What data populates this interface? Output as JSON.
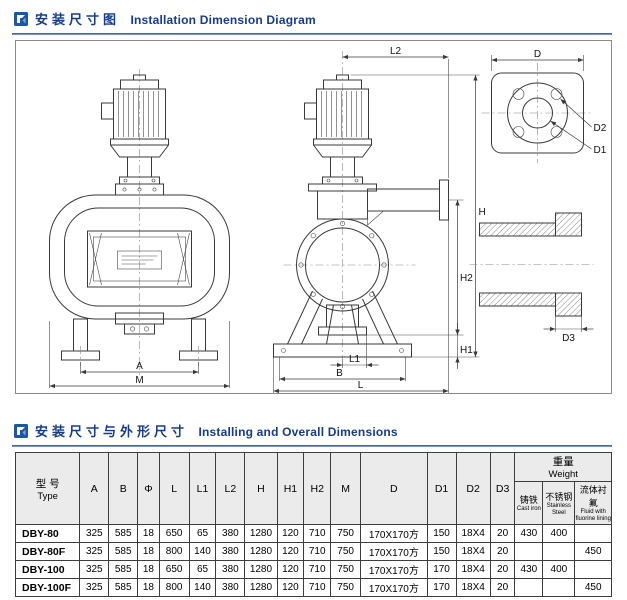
{
  "sections": {
    "diagram": {
      "title_zh": "安装尺寸图",
      "title_en": "Installation Dimension Diagram"
    },
    "table": {
      "title_zh": "安装尺寸与外形尺寸",
      "title_en": "Installing and Overall Dimensions"
    }
  },
  "diagram": {
    "labels": {
      "A": "A",
      "M": "M",
      "L2": "L2",
      "B": "B",
      "L": "L",
      "L1": "L1",
      "H": "H",
      "H1": "H1",
      "H2": "H2",
      "D": "D",
      "D1": "D1",
      "D2": "D2",
      "D3": "D3"
    }
  },
  "table": {
    "headers": {
      "type_zh": "型 号",
      "type_en": "Type",
      "cols": [
        "A",
        "B",
        "Φ",
        "L",
        "L1",
        "L2",
        "H",
        "H1",
        "H2",
        "M",
        "D",
        "D1",
        "D2",
        "D3"
      ],
      "weight_zh": "重量",
      "weight_en": "Weight",
      "weight_sub": [
        {
          "zh": "铸铁",
          "en": "Cast iron"
        },
        {
          "zh": "不锈钢",
          "en": "Stainless Steel"
        },
        {
          "zh": "流体衬氟",
          "en": "Fluid with fluorine lining"
        }
      ]
    },
    "rows": [
      {
        "type": "DBY-80",
        "values": [
          "325",
          "585",
          "18",
          "650",
          "65",
          "380",
          "1280",
          "120",
          "710",
          "750",
          "170X170方",
          "150",
          "18X4",
          "20",
          "430",
          "400",
          ""
        ]
      },
      {
        "type": "DBY-80F",
        "values": [
          "325",
          "585",
          "18",
          "800",
          "140",
          "380",
          "1280",
          "120",
          "710",
          "750",
          "170X170方",
          "150",
          "18X4",
          "20",
          "",
          "",
          "450"
        ]
      },
      {
        "type": "DBY-100",
        "values": [
          "325",
          "585",
          "18",
          "650",
          "65",
          "380",
          "1280",
          "120",
          "710",
          "750",
          "170X170方",
          "170",
          "18X4",
          "20",
          "430",
          "400",
          ""
        ]
      },
      {
        "type": "DBY-100F",
        "values": [
          "325",
          "585",
          "18",
          "800",
          "140",
          "380",
          "1280",
          "120",
          "710",
          "750",
          "170X170方",
          "170",
          "18X4",
          "20",
          "",
          "",
          "450"
        ]
      }
    ]
  }
}
